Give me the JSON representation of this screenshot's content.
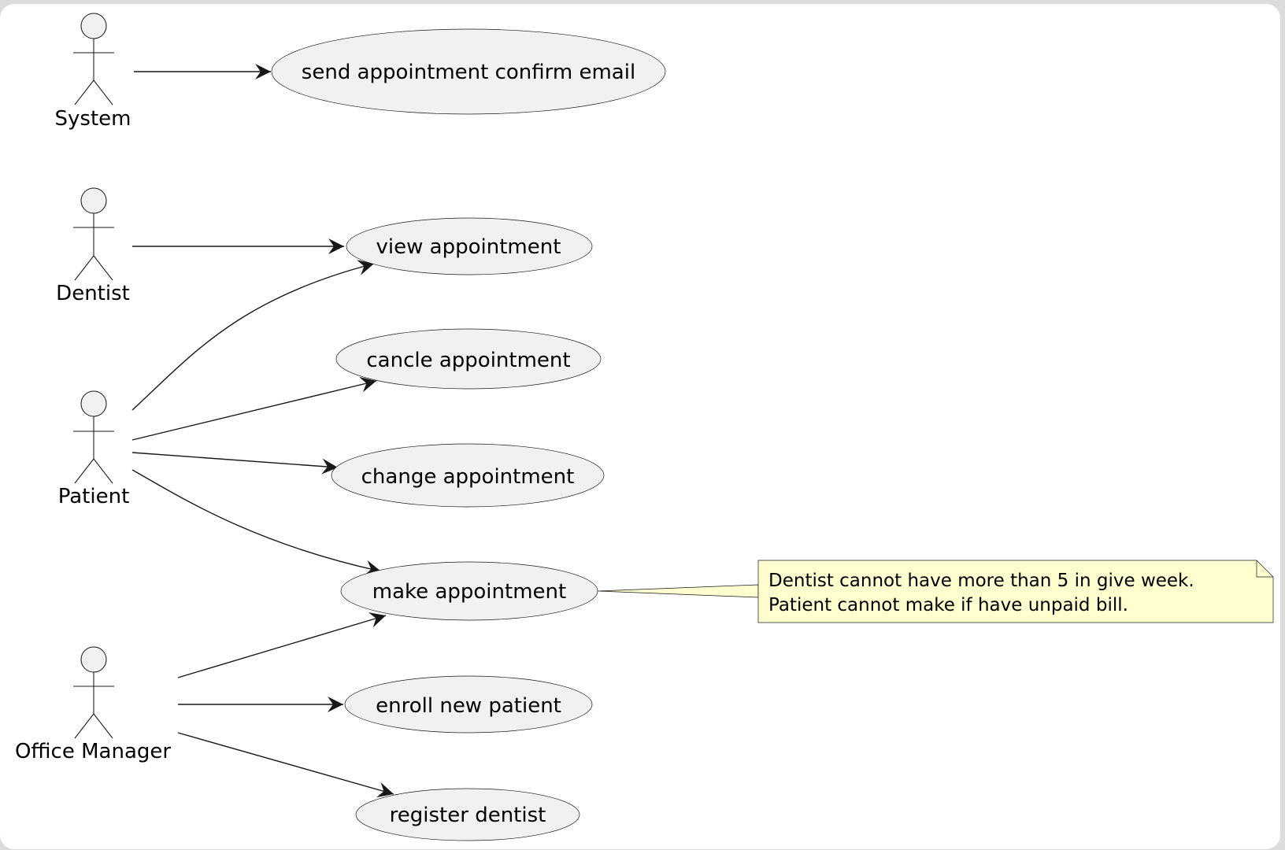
{
  "diagram": {
    "type": "use-case",
    "colors": {
      "page_bg": "#dcdcdc",
      "canvas_bg": "#ffffff",
      "usecase_fill": "#f1f1f1",
      "stroke": "#181818",
      "note_fill": "#fefece"
    },
    "actors": [
      {
        "id": "system",
        "name": "System"
      },
      {
        "id": "dentist",
        "name": "Dentist"
      },
      {
        "id": "patient",
        "name": "Patient"
      },
      {
        "id": "office_manager",
        "name": "Office Manager"
      }
    ],
    "use_cases": [
      {
        "id": "send_email",
        "label": "send appointment confirm email"
      },
      {
        "id": "view",
        "label": "view appointment"
      },
      {
        "id": "cancel",
        "label": "cancle appointment"
      },
      {
        "id": "change",
        "label": "change appointment"
      },
      {
        "id": "make",
        "label": "make appointment"
      },
      {
        "id": "enroll",
        "label": "enroll new patient"
      },
      {
        "id": "register",
        "label": "register dentist"
      }
    ],
    "associations": [
      {
        "from": "system",
        "to": "send_email"
      },
      {
        "from": "dentist",
        "to": "view"
      },
      {
        "from": "patient",
        "to": "view"
      },
      {
        "from": "patient",
        "to": "cancel"
      },
      {
        "from": "patient",
        "to": "change"
      },
      {
        "from": "patient",
        "to": "make"
      },
      {
        "from": "office_manager",
        "to": "make"
      },
      {
        "from": "office_manager",
        "to": "enroll"
      },
      {
        "from": "office_manager",
        "to": "register"
      }
    ],
    "note": {
      "attached_to": "make",
      "lines": [
        "Dentist cannot have more than 5 in give week.",
        "Patient cannot make if have unpaid bill."
      ]
    }
  }
}
